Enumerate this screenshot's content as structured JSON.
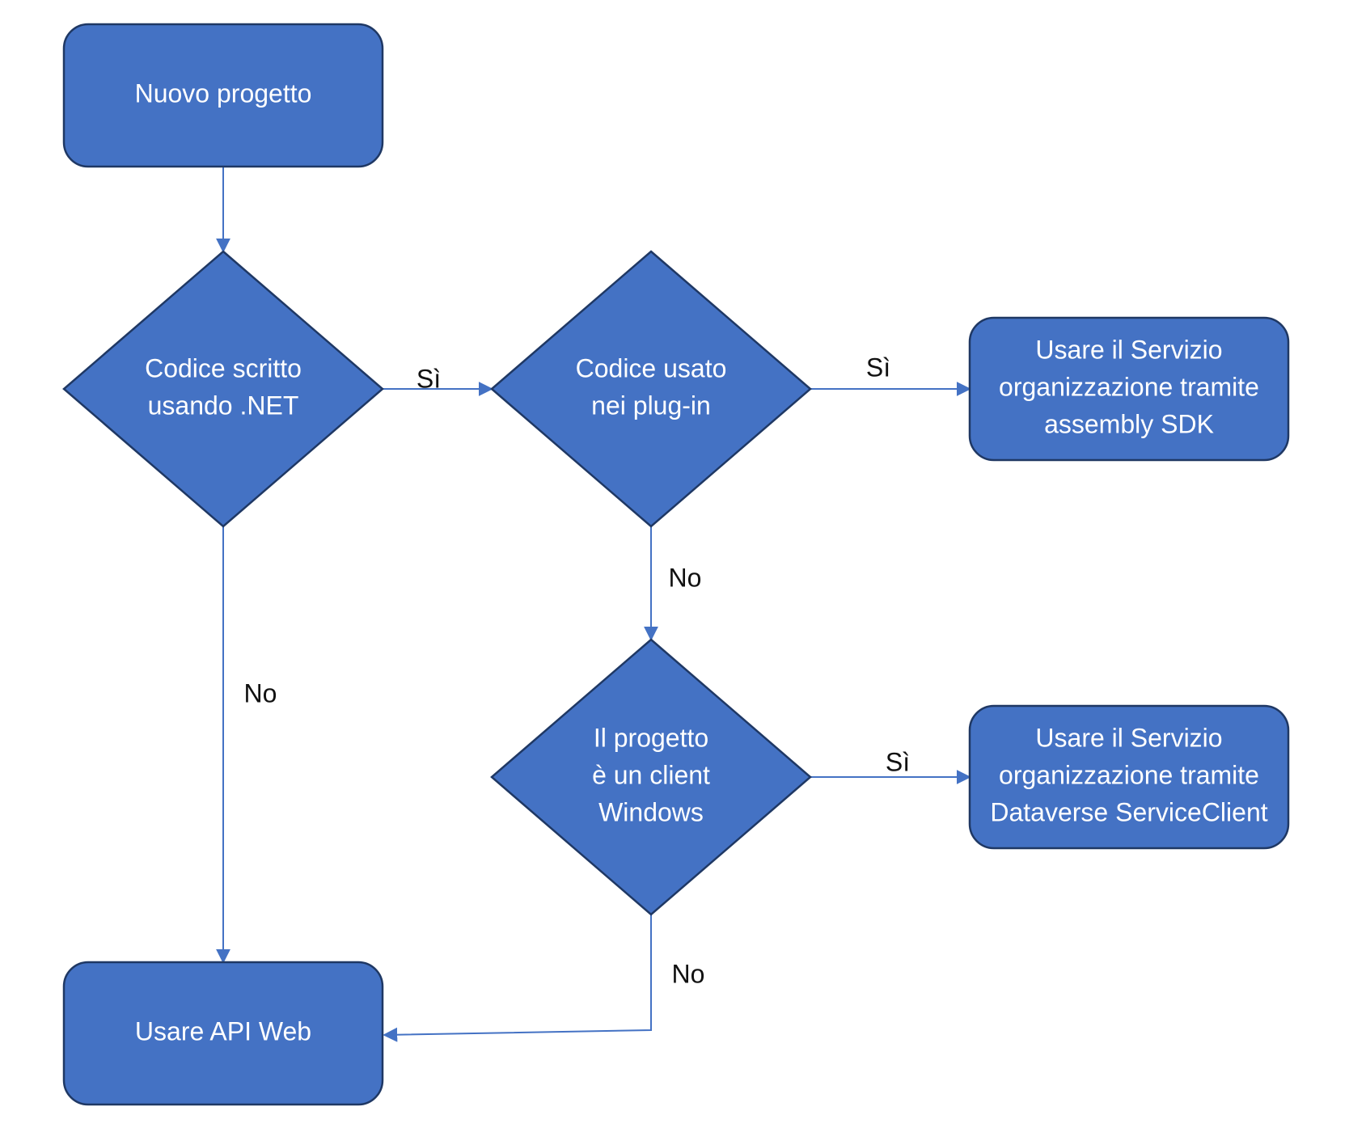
{
  "colors": {
    "node_fill": "#4472c4",
    "node_stroke": "#1f3864",
    "connector": "#4472c4",
    "label_text": "#111111",
    "node_text": "#ffffff"
  },
  "nodes": {
    "start": {
      "shape": "rounded-rectangle",
      "lines": [
        "Nuovo progetto"
      ]
    },
    "decision_dotnet": {
      "shape": "diamond",
      "lines": [
        "Codice scritto",
        "usando .NET"
      ]
    },
    "decision_plugin": {
      "shape": "diamond",
      "lines": [
        "Codice usato",
        "nei plug-in"
      ]
    },
    "result_sdk": {
      "shape": "rounded-rectangle",
      "lines": [
        "Usare il Servizio",
        "organizzazione tramite",
        "assembly SDK"
      ]
    },
    "decision_windows": {
      "shape": "diamond",
      "lines": [
        "Il progetto",
        "è un client",
        "Windows"
      ]
    },
    "result_serviceclient": {
      "shape": "rounded-rectangle",
      "lines": [
        "Usare il Servizio",
        "organizzazione tramite",
        "Dataverse ServiceClient"
      ]
    },
    "result_webapi": {
      "shape": "rounded-rectangle",
      "lines": [
        "Usare API Web"
      ]
    }
  },
  "edges": [
    {
      "from": "start",
      "to": "decision_dotnet",
      "label": ""
    },
    {
      "from": "decision_dotnet",
      "to": "decision_plugin",
      "label": "Sì"
    },
    {
      "from": "decision_dotnet",
      "to": "result_webapi",
      "label": "No"
    },
    {
      "from": "decision_plugin",
      "to": "result_sdk",
      "label": "Sì"
    },
    {
      "from": "decision_plugin",
      "to": "decision_windows",
      "label": "No"
    },
    {
      "from": "decision_windows",
      "to": "result_serviceclient",
      "label": "Sì"
    },
    {
      "from": "decision_windows",
      "to": "result_webapi",
      "label": "No"
    }
  ]
}
